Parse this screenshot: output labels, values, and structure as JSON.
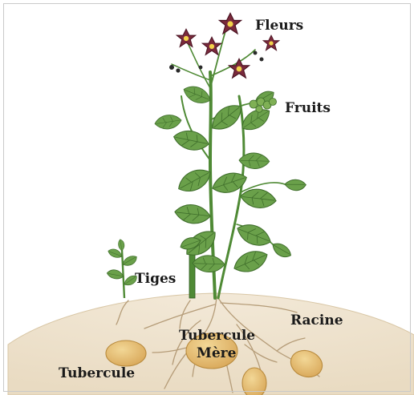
{
  "labels": {
    "flowers": "Fleurs",
    "fruits": "Fruits",
    "stems": "Tiges",
    "root": "Racine",
    "mother_tuber_line1": "Tubercule",
    "mother_tuber_line2": "Mère",
    "tuber": "Tubercule"
  },
  "colors": {
    "soil": "#efe3cf",
    "soil_edge": "#d9c7a6",
    "leaf": "#6aa04a",
    "leaf_dark": "#3f6e2b",
    "stem": "#4f8a35",
    "flower": "#7a2a3c",
    "flower_center": "#f2d34a",
    "fruit": "#7fb055",
    "root": "#b59c78",
    "tuber": "#e3bd75",
    "tuber_edge": "#b88a3c"
  }
}
